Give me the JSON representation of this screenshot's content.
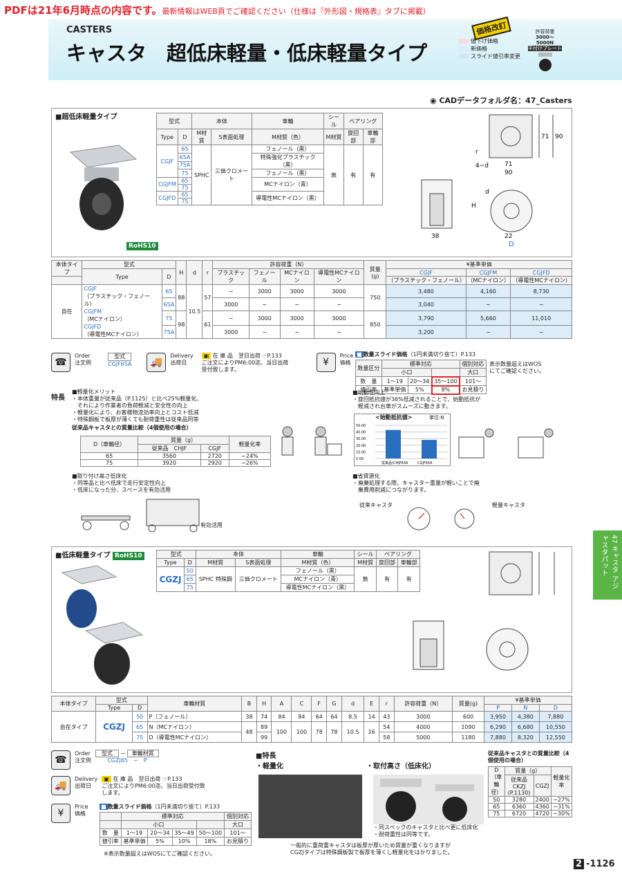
{
  "notice": {
    "main": "PDFは21年6月時点の内容です。",
    "sub": "最新情報はWEB頁でご確認ください（仕様は『外形図・規格表』タブに掲載）"
  },
  "header": {
    "category": "CASTERS",
    "title": "キャスタ　超低床軽量・低床軽量タイプ",
    "kaitei": "価格改訂",
    "legend": [
      {
        "label": "値下げ価格",
        "color": "#f9d9e3"
      },
      {
        "label": "新価格",
        "color": "#dcecf9"
      },
      {
        "label": "スライド値引率変更",
        "color": "#cfe7f2"
      }
    ],
    "load_badge": {
      "line1": "許容荷重",
      "line2": "3000〜",
      "line3": "5000N",
      "line4": "平付けプレート"
    }
  },
  "cad": "CADデータフォルダ名：47_Casters",
  "sec1": {
    "title": "超低床軽量タイプ",
    "rohs": "RoHS10",
    "spec_head": [
      "型式",
      "本体",
      "車輪",
      "シール",
      "ベアリング"
    ],
    "spec_sub": [
      "Type",
      "D",
      "M材質",
      "S表面処理",
      "M材質（色）",
      "M材質",
      "旋回部",
      "車輪部"
    ],
    "types": [
      {
        "t": "CGJF",
        "d": [
          "65",
          "65A",
          "75A",
          "75"
        ],
        "wheel": [
          "フェノール（黒）",
          "特殊強化プラスチック（黒）",
          "フェノール（黒）"
        ]
      },
      {
        "t": "CGJFM",
        "d": [
          "65",
          "75"
        ],
        "wheel": [
          "MCナイロン（青）"
        ]
      },
      {
        "t": "CGJFD",
        "d": [
          "65",
          "75"
        ],
        "wheel": [
          "導電性MCナイロン（黒）"
        ]
      }
    ],
    "body_mat": "SPHC",
    "surface": "三価クロメート",
    "seal": "無",
    "bear1": "有",
    "bear2": "有"
  },
  "dims1": {
    "labels": [
      "71",
      "90",
      "4−d",
      "71",
      "90",
      "38",
      "22",
      "D",
      "H",
      "r",
      "d"
    ]
  },
  "table1": {
    "h1": [
      "本体タイプ",
      "型式",
      "H",
      "d",
      "r",
      "許容荷重（N）",
      "質量(g)",
      "¥基準単価"
    ],
    "h2": [
      "Type",
      "D",
      "プラスチック",
      "フェノール",
      "MCナイロン",
      "導電性MCナイロン",
      "CGJF",
      "CGJFM",
      "CGJFD"
    ],
    "h3": [
      "（プラスチック・フェノール）",
      "（MCナイロン）",
      "（導電性MCナイロン）"
    ],
    "body": "自在",
    "types": [
      "CGJF",
      "（プラスチック・フェノール）",
      "CGJFM",
      "（MCナイロン）",
      "CGJFD",
      "（導電性MCナイロン）"
    ],
    "rows": [
      [
        "65",
        "88",
        "10.5",
        "57",
        "−",
        "3000",
        "3000",
        "3000",
        "750",
        "3,480",
        "4,160",
        "8,730"
      ],
      [
        "65A",
        "",
        "",
        "",
        "3000",
        "−",
        "−",
        "−",
        "",
        "3,040",
        "−",
        "−"
      ],
      [
        "75",
        "98",
        "",
        "61",
        "−",
        "3000",
        "3000",
        "3000",
        "850",
        "3,790",
        "5,660",
        "11,010"
      ],
      [
        "75A",
        "",
        "",
        "",
        "3000",
        "−",
        "−",
        "−",
        "",
        "3,200",
        "−",
        "−"
      ]
    ]
  },
  "order1": {
    "order": "Order",
    "order_jp": "注文例",
    "type_lbl": "型式",
    "example": "CGJF65A",
    "delivery": "Delivery",
    "delivery_jp": "出荷日",
    "stock": "在 庫 品",
    "next": "翌日出荷",
    "page": "P.133",
    "note": "ご注文によりPM6:00迄、当日出荷受付致します。",
    "price": "Price",
    "price_jp": "価格"
  },
  "slide1": {
    "title": "数量スライド価格",
    "note": "（1円未満切り捨て）P.133",
    "head": [
      "数量区分",
      "標準対応",
      "個別対応"
    ],
    "sub": [
      "小口",
      "大口"
    ],
    "qty": [
      "数　量",
      "1〜19",
      "20〜34",
      "35〜100",
      "101〜"
    ],
    "rate": [
      "値引率",
      "基準単価",
      "5%",
      "8%",
      "お見積り"
    ],
    "ext": "表示数量超えはWOSにてご確認ください。"
  },
  "features1": {
    "title": "特長",
    "light": "軽量化メリット",
    "light_items": [
      "本体重量が従来品（P.1125）と比べ25%軽量化、",
      "それにより作業者の負荷軽減と安全性の向上",
      "軽量化により、お客様物流効率向上とコスト低減",
      "特殊鋼板で板厚が薄くても耐荷重性は従来品同等"
    ],
    "cmp_title": "従来品キャスタとの質量比較（4個使用の場合）",
    "cmp_head": [
      "D（車輪径）",
      "質量（g）",
      "軽量化率",
      "従来品　CHJF",
      "CGJF"
    ],
    "cmp_rows": [
      [
        "65",
        "3560",
        "2720",
        "−24%"
      ],
      [
        "75",
        "3920",
        "2920",
        "−26%"
      ]
    ],
    "height": "取り付け高さ低床化",
    "height_items": [
      "同等品と比べ低床で走行安定性向上",
      "低床になった分、スペースを有効活用"
    ],
    "space": "有効活用",
    "start": "始動性向上",
    "start_items": [
      "旋回抵抗値が36%低減されることで、始動抵抗が",
      "軽減され台車がスムーズに動きます。"
    ],
    "chart_title": "<始動抵抗値>",
    "chart_unit": "単位:N",
    "save": "省資源化",
    "save_items": [
      "廃棄処理する際、キャスター重量が軽いことで廃",
      "棄費用削減につながります。"
    ],
    "old": "従来キャスタ",
    "new": "軽量キャスタ"
  },
  "chart_data": {
    "type": "bar",
    "title": "<始動抵抗値>",
    "ylabel": "単位:N",
    "categories": [
      "従来品(CHJF65A",
      "CGJF65A"
    ],
    "values": [
      43,
      28
    ],
    "ylim": [
      0,
      50
    ],
    "yticks": [
      "0.00",
      "10.00",
      "20.00",
      "30.00",
      "40.00",
      "50.00"
    ]
  },
  "sec2": {
    "title": "低床軽量タイプ",
    "rohs": "RoHS10",
    "spec_sub": [
      "Type",
      "D",
      "M材質",
      "S表面処理",
      "M材質（色）",
      "M材質",
      "旋回部",
      "車輪部"
    ],
    "type": "CGZJ",
    "d": [
      "50",
      "65",
      "75"
    ],
    "body": "SPHC 特殊鋼",
    "surface": "三価クロメート",
    "wheel": [
      "フェノール（黒）",
      "MCナイロン（青）",
      "導電性MCナイロン（黒）"
    ],
    "seal": "無",
    "b1": "有",
    "b2": "有"
  },
  "table2": {
    "head": [
      "本体タイプ",
      "型式",
      "車輪材質",
      "B",
      "H",
      "A",
      "C",
      "F",
      "G",
      "d",
      "E",
      "r",
      "許容荷重（N）",
      "質量(g)",
      "¥基準単価"
    ],
    "sub": [
      "Type",
      "D",
      "P",
      "N",
      "D"
    ],
    "body": "自在タイプ",
    "type": "CGZJ",
    "rows": [
      [
        "50",
        "P（フェノール）",
        "38",
        "74",
        "84",
        "84",
        "64",
        "64",
        "8.5",
        "14",
        "43",
        "3000",
        "600",
        "3,950",
        "4,380",
        "7,880"
      ],
      [
        "65",
        "N（MCナイロン）",
        "48",
        "89",
        "100",
        "100",
        "78",
        "78",
        "10.5",
        "16",
        "54",
        "4000",
        "1090",
        "6,290",
        "6,680",
        "10,550"
      ],
      [
        "75",
        "D（導電性MCナイロン）",
        "",
        "99",
        "",
        "",
        "",
        "",
        "",
        "",
        "58",
        "5000",
        "1180",
        "7,880",
        "8,320",
        "12,550"
      ]
    ]
  },
  "order2": {
    "type_lbl": "型式",
    "mat_lbl": "車輪材質",
    "example": "CGZJ65",
    "mat": "P",
    "dash": "−"
  },
  "slide2": {
    "title": "数量スライド価格",
    "note": "（1円未満切り捨て）P.133",
    "qty": [
      "数　量",
      "1〜19",
      "20〜34",
      "35〜49",
      "50〜100",
      "101〜"
    ],
    "rate": [
      "値引率",
      "基準単価",
      "5%",
      "10%",
      "18%",
      "お見積り"
    ],
    "head": [
      "標準対応",
      "個別対応"
    ],
    "sub": [
      "小口",
      "大口"
    ],
    "ext": "表示数量超えはWOSにてご確認ください。"
  },
  "features2": {
    "title": "特長",
    "light": "・軽量化",
    "height": "・取付高さ（低床化）",
    "cap1": "・同スペックのキャスタと比べ更に低床化",
    "cap2": "・耐荷重性は同等です。",
    "desc1": "一般的に重荷重キャスタは板厚が厚いため質量が重くなりますが",
    "desc2": "CGZJタイプは特殊鋼板製で板厚を薄くし軽量化をはかりました。"
  },
  "cmp2": {
    "title": "従来品キャスタとの質量比較（4個使用の場合）",
    "head": [
      "D（車輪径）",
      "質量（g）",
      "軽量化率",
      "従来品 CKZJ (P.1130)",
      "CGZJ"
    ],
    "rows": [
      [
        "50",
        "3280",
        "2400",
        "−27%"
      ],
      [
        "65",
        "6360",
        "4360",
        "−31%"
      ],
      [
        "75",
        "6720",
        "4720",
        "−30%"
      ]
    ]
  },
  "side": {
    "num": "47",
    "text": "キャスタ アジャスタパット"
  },
  "page": {
    "prefix": "2",
    "num": "-1126"
  }
}
